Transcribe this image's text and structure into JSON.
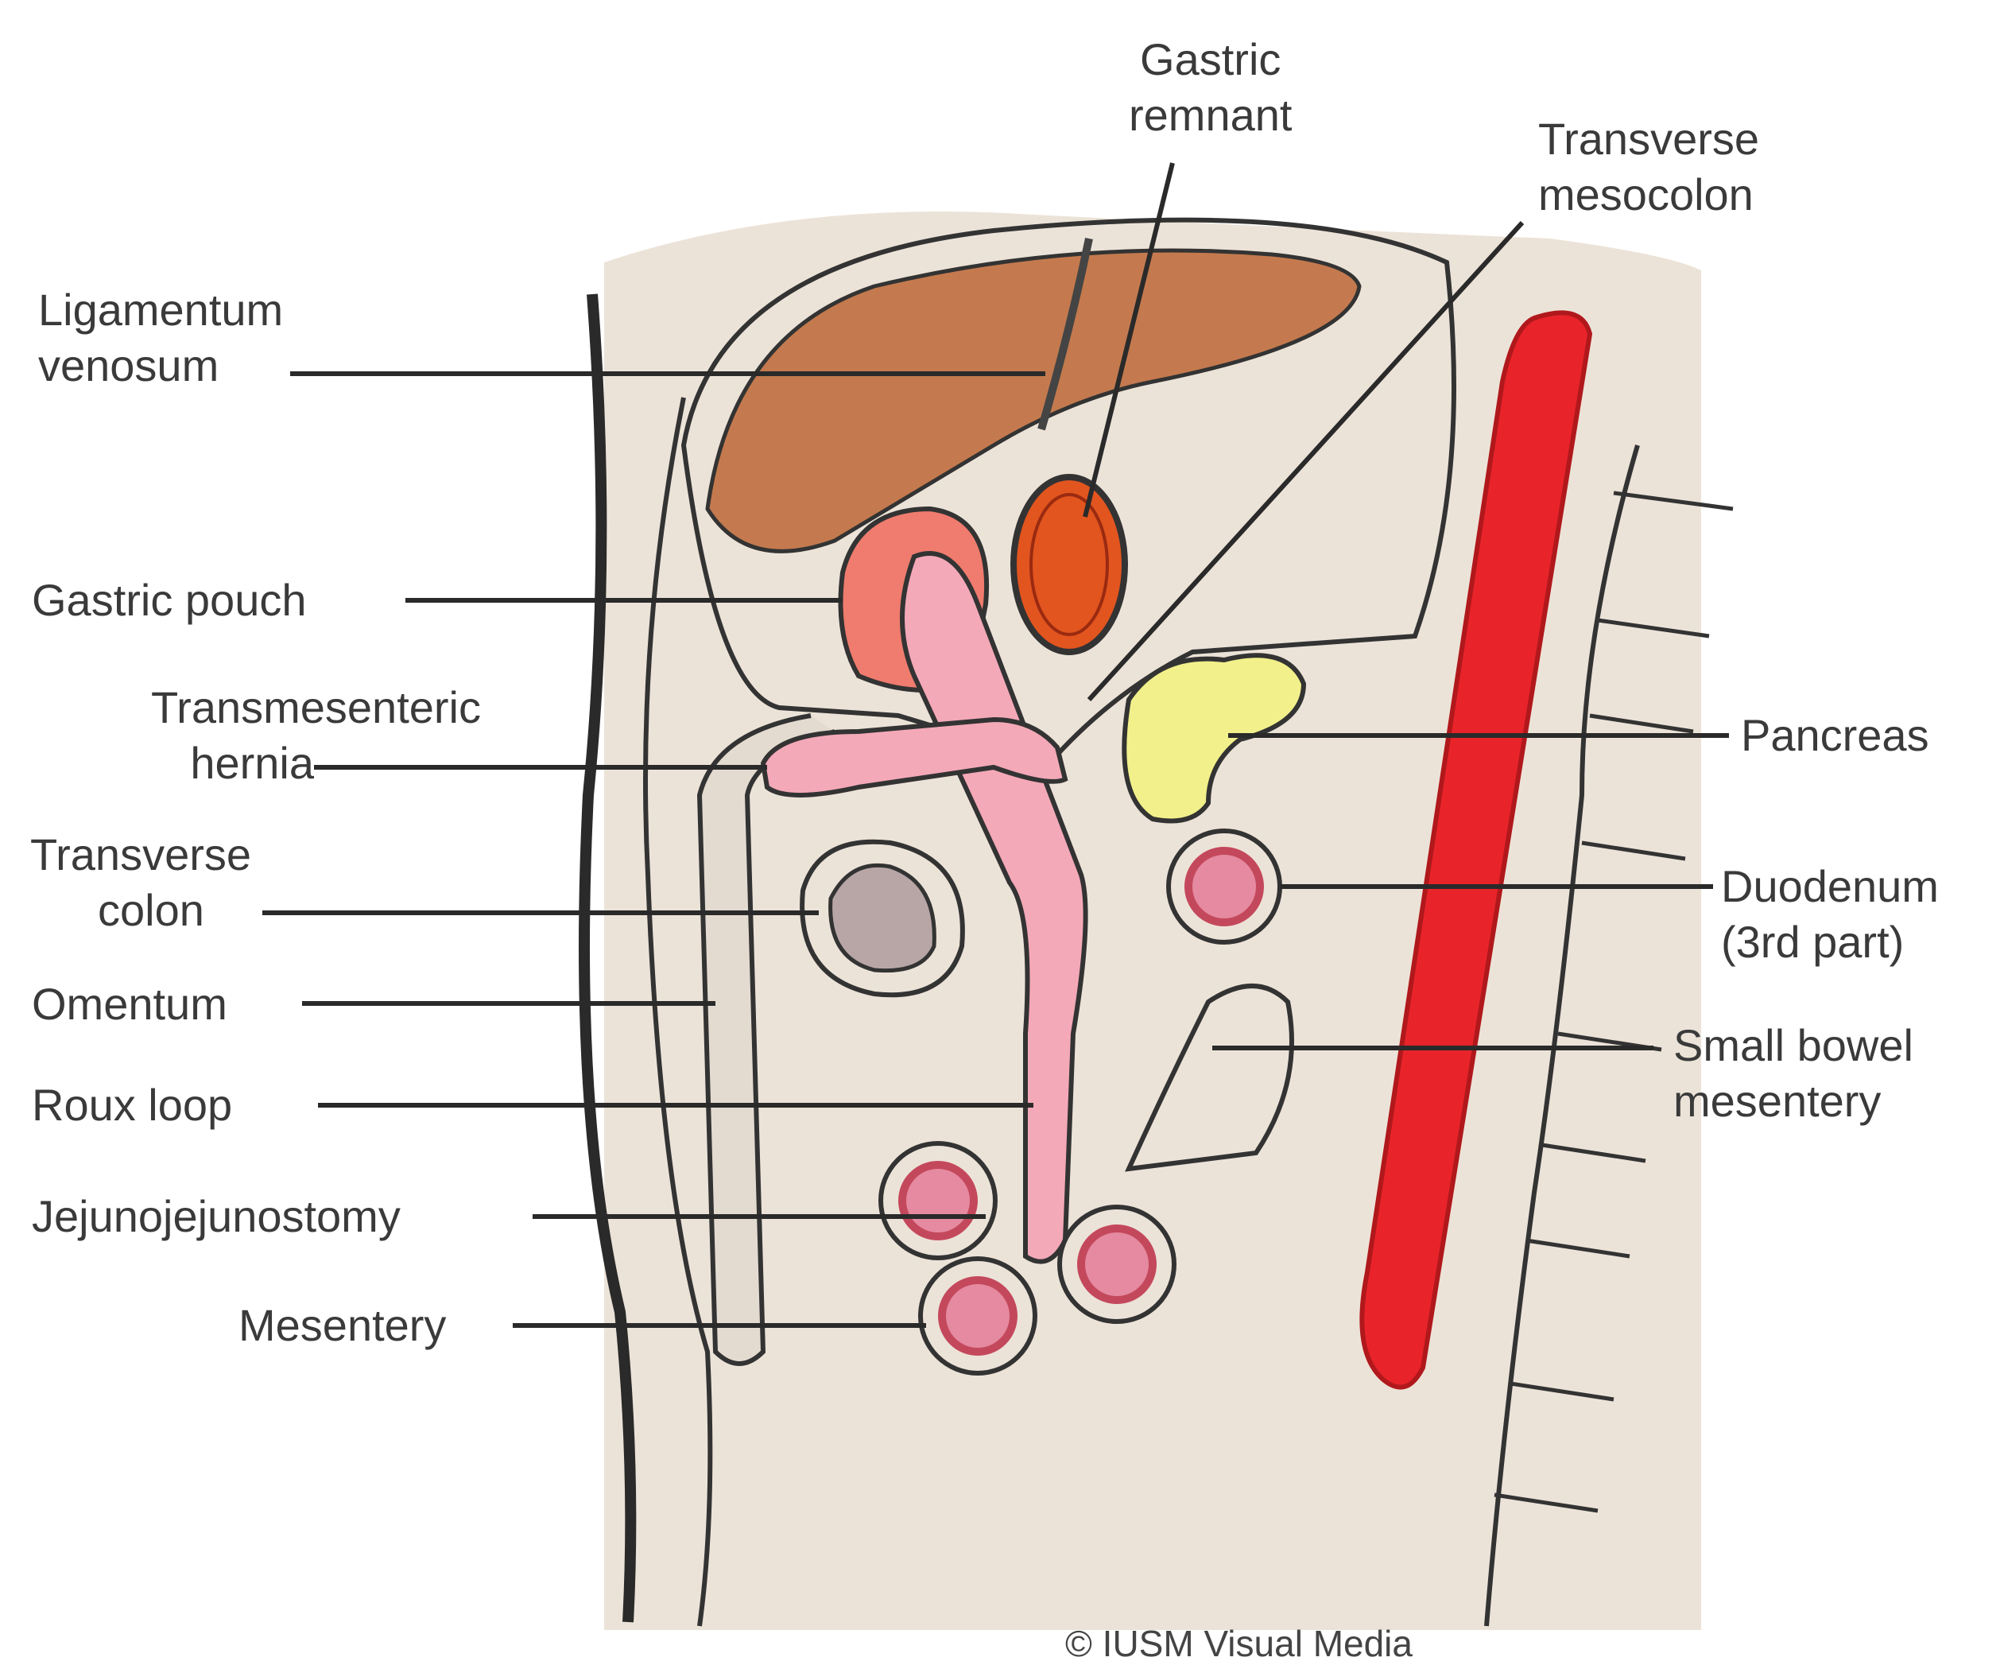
{
  "labels": {
    "gastric_remnant": [
      "Gastric",
      "remnant"
    ],
    "transverse_mesocolon": [
      "Transverse",
      "mesocolon"
    ],
    "ligamentum_venosum": [
      "Ligamentum",
      "venosum"
    ],
    "gastric_pouch": [
      "Gastric pouch"
    ],
    "transmesenteric_hernia": [
      "Transmesenteric",
      "hernia"
    ],
    "transverse_colon": [
      "Transverse",
      "colon"
    ],
    "omentum": [
      "Omentum"
    ],
    "roux_loop": [
      "Roux loop"
    ],
    "jejunojejunostomy": [
      "Jejunojejunostomy"
    ],
    "mesentery": [
      "Mesentery"
    ],
    "pancreas": [
      "Pancreas"
    ],
    "duodenum": [
      "Duodenum",
      "(3rd part)"
    ],
    "small_bowel_mesentery": [
      "Small bowel",
      "mesentery"
    ]
  },
  "credit": "© IUSM Visual Media",
  "colors": {
    "background": "#ece3d8",
    "liver": "#c47a4e",
    "gastric_remnant": "#e2551f",
    "gastric_pouch_outer": "#ef7c6e",
    "bowel_pink": "#f4a9b8",
    "bowel_ring": "#c4485c",
    "pancreas": "#f2f08a",
    "aorta": "#e8242a",
    "colon": "#b8a6a6",
    "outline": "#333333"
  }
}
